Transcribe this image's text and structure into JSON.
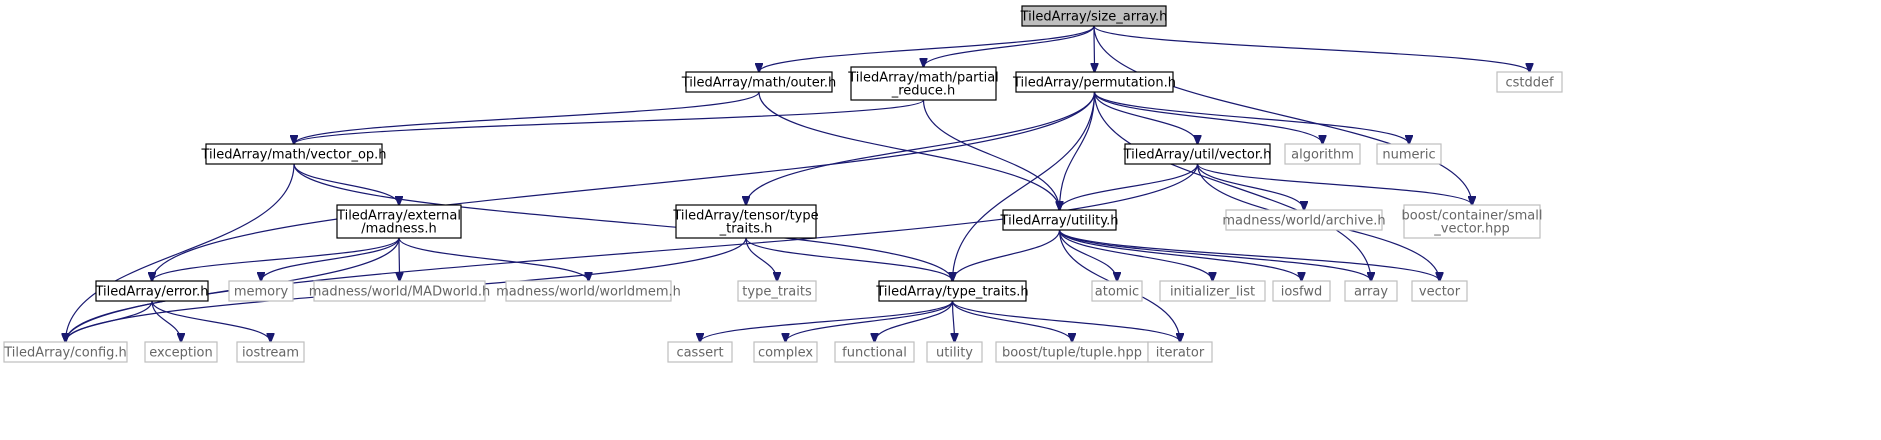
{
  "diagram": {
    "nodes": [
      {
        "id": "size_array",
        "lines": [
          "TiledArray/size_array.h"
        ],
        "kind": "root"
      },
      {
        "id": "outer",
        "lines": [
          "TiledArray/math/outer.h"
        ],
        "kind": "internal"
      },
      {
        "id": "partial_reduce",
        "lines": [
          "TiledArray/math/partial",
          "_reduce.h"
        ],
        "kind": "internal"
      },
      {
        "id": "permutation",
        "lines": [
          "TiledArray/permutation.h"
        ],
        "kind": "internal"
      },
      {
        "id": "cstddef",
        "lines": [
          "cstddef"
        ],
        "kind": "external"
      },
      {
        "id": "vector_op",
        "lines": [
          "TiledArray/math/vector_op.h"
        ],
        "kind": "internal"
      },
      {
        "id": "util_vector",
        "lines": [
          "TiledArray/util/vector.h"
        ],
        "kind": "internal"
      },
      {
        "id": "algorithm",
        "lines": [
          "algorithm"
        ],
        "kind": "external"
      },
      {
        "id": "numeric",
        "lines": [
          "numeric"
        ],
        "kind": "external"
      },
      {
        "id": "ext_madness",
        "lines": [
          "TiledArray/external",
          "/madness.h"
        ],
        "kind": "internal"
      },
      {
        "id": "tensor_type_traits",
        "lines": [
          "TiledArray/tensor/type",
          "_traits.h"
        ],
        "kind": "internal"
      },
      {
        "id": "utility",
        "lines": [
          "TiledArray/utility.h"
        ],
        "kind": "internal"
      },
      {
        "id": "archive",
        "lines": [
          "madness/world/archive.h"
        ],
        "kind": "external"
      },
      {
        "id": "small_vector",
        "lines": [
          "boost/container/small",
          "_vector.hpp"
        ],
        "kind": "external"
      },
      {
        "id": "error",
        "lines": [
          "TiledArray/error.h"
        ],
        "kind": "internal"
      },
      {
        "id": "memory",
        "lines": [
          "memory"
        ],
        "kind": "external"
      },
      {
        "id": "madworld",
        "lines": [
          "madness/world/MADworld.h"
        ],
        "kind": "external"
      },
      {
        "id": "worldmem",
        "lines": [
          "madness/world/worldmem.h"
        ],
        "kind": "external"
      },
      {
        "id": "type_traits_std",
        "lines": [
          "type_traits"
        ],
        "kind": "external"
      },
      {
        "id": "type_traits_ta",
        "lines": [
          "TiledArray/type_traits.h"
        ],
        "kind": "internal"
      },
      {
        "id": "atomic",
        "lines": [
          "atomic"
        ],
        "kind": "external"
      },
      {
        "id": "initializer_list",
        "lines": [
          "initializer_list"
        ],
        "kind": "external"
      },
      {
        "id": "iosfwd",
        "lines": [
          "iosfwd"
        ],
        "kind": "external"
      },
      {
        "id": "array",
        "lines": [
          "array"
        ],
        "kind": "external"
      },
      {
        "id": "vector",
        "lines": [
          "vector"
        ],
        "kind": "external"
      },
      {
        "id": "config",
        "lines": [
          "TiledArray/config.h"
        ],
        "kind": "external"
      },
      {
        "id": "exception",
        "lines": [
          "exception"
        ],
        "kind": "external"
      },
      {
        "id": "iostream",
        "lines": [
          "iostream"
        ],
        "kind": "external"
      },
      {
        "id": "cassert",
        "lines": [
          "cassert"
        ],
        "kind": "external"
      },
      {
        "id": "complex",
        "lines": [
          "complex"
        ],
        "kind": "external"
      },
      {
        "id": "functional",
        "lines": [
          "functional"
        ],
        "kind": "external"
      },
      {
        "id": "utility_std",
        "lines": [
          "utility"
        ],
        "kind": "external"
      },
      {
        "id": "tuple",
        "lines": [
          "boost/tuple/tuple.hpp"
        ],
        "kind": "external"
      },
      {
        "id": "iterator",
        "lines": [
          "iterator"
        ],
        "kind": "external"
      }
    ],
    "edges": [
      [
        "size_array",
        "outer"
      ],
      [
        "size_array",
        "partial_reduce"
      ],
      [
        "size_array",
        "permutation"
      ],
      [
        "size_array",
        "cstddef"
      ],
      [
        "size_array",
        "small_vector"
      ],
      [
        "outer",
        "vector_op"
      ],
      [
        "outer",
        "utility"
      ],
      [
        "partial_reduce",
        "vector_op"
      ],
      [
        "partial_reduce",
        "utility"
      ],
      [
        "permutation",
        "error"
      ],
      [
        "permutation",
        "tensor_type_traits"
      ],
      [
        "permutation",
        "utility"
      ],
      [
        "permutation",
        "util_vector"
      ],
      [
        "permutation",
        "algorithm"
      ],
      [
        "permutation",
        "numeric"
      ],
      [
        "permutation",
        "type_traits_ta"
      ],
      [
        "permutation",
        "array"
      ],
      [
        "vector_op",
        "ext_madness"
      ],
      [
        "vector_op",
        "config"
      ],
      [
        "vector_op",
        "type_traits_ta"
      ],
      [
        "util_vector",
        "config"
      ],
      [
        "util_vector",
        "utility"
      ],
      [
        "util_vector",
        "archive"
      ],
      [
        "util_vector",
        "small_vector"
      ],
      [
        "util_vector",
        "vector"
      ],
      [
        "ext_madness",
        "error"
      ],
      [
        "ext_madness",
        "config"
      ],
      [
        "ext_madness",
        "memory"
      ],
      [
        "ext_madness",
        "madworld"
      ],
      [
        "ext_madness",
        "worldmem"
      ],
      [
        "tensor_type_traits",
        "config"
      ],
      [
        "tensor_type_traits",
        "type_traits_std"
      ],
      [
        "tensor_type_traits",
        "type_traits_ta"
      ],
      [
        "utility",
        "type_traits_ta"
      ],
      [
        "utility",
        "atomic"
      ],
      [
        "utility",
        "initializer_list"
      ],
      [
        "utility",
        "iosfwd"
      ],
      [
        "utility",
        "array"
      ],
      [
        "utility",
        "vector"
      ],
      [
        "utility",
        "iterator"
      ],
      [
        "error",
        "config"
      ],
      [
        "error",
        "exception"
      ],
      [
        "error",
        "iostream"
      ],
      [
        "type_traits_ta",
        "cassert"
      ],
      [
        "type_traits_ta",
        "complex"
      ],
      [
        "type_traits_ta",
        "functional"
      ],
      [
        "type_traits_ta",
        "utility_std"
      ],
      [
        "type_traits_ta",
        "tuple"
      ],
      [
        "type_traits_ta",
        "iterator"
      ]
    ]
  }
}
